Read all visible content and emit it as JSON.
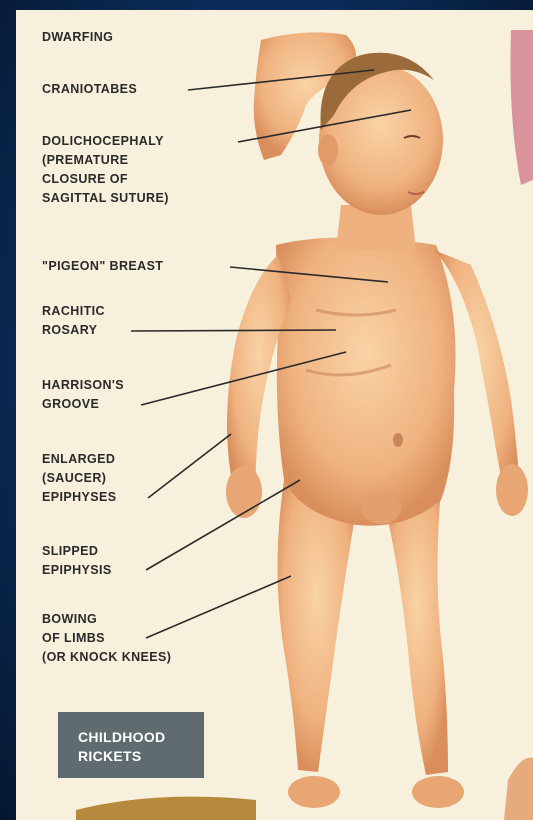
{
  "labels": {
    "dwarfing": "DWARFING",
    "craniotabes": "CRANIOTABES",
    "dolichocephaly": "DOLICHOCEPHALY\n(PREMATURE\nCLOSURE OF\nSAGITTAL SUTURE)",
    "pigeon_breast": "\"PIGEON\" BREAST",
    "rachitic_rosary": "RACHITIC\nROSARY",
    "harrisons_groove": "HARRISON'S\nGROOVE",
    "enlarged_epiphyses": "ENLARGED\n(SAUCER)\nEPIPHYSES",
    "slipped_epiphysis": "SLIPPED\nEPIPHYSIS",
    "bowing_of_limbs": "BOWING\nOF LIMBS\n(OR KNOCK KNEES)"
  },
  "badge": "CHILDHOOD\nRICKETS",
  "colors": {
    "background": "#0b2d5c",
    "paper": "#f7f0dc",
    "skin": "#f0b888",
    "badge": "#5f6b6e",
    "leader_lines": "#2a2a2a"
  }
}
